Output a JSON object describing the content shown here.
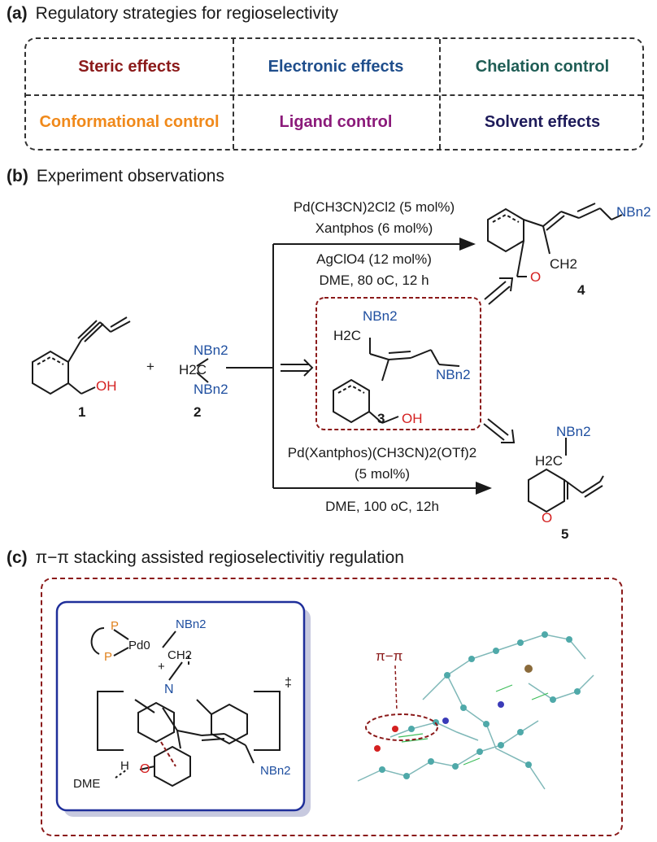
{
  "panel_a": {
    "letter": "(a)",
    "title": "Regulatory strategies for regioselectivity",
    "cells": [
      {
        "label": "Steric effects",
        "color": "#8b1a1a"
      },
      {
        "label": "Electronic effects",
        "color": "#1f4e8c"
      },
      {
        "label": "Chelation control",
        "color": "#1f5d55"
      },
      {
        "label": "Conformational control",
        "color": "#f0891a"
      },
      {
        "label": "Ligand control",
        "color": "#8b1a7a"
      },
      {
        "label": "Solvent effects",
        "color": "#1e1b5a"
      }
    ]
  },
  "panel_b": {
    "letter": "(b)",
    "title": "Experiment observations",
    "upper_conditions": {
      "line1": "Pd(CH3CN)2Cl2 (5 mol%)",
      "line2": "Xantphos (6 mol%)",
      "line3": "AgClO4 (12 mol%)",
      "line4": "DME, 80 oC, 12 h"
    },
    "lower_conditions": {
      "line1": "Pd(Xantphos)(CH3CN)2(OTf)2",
      "line2": "(5 mol%)",
      "line3": "DME, 100 oC, 12h"
    },
    "compounds": {
      "c1": "1",
      "c2": "2",
      "c3": "3",
      "c4": "4",
      "c5": "5"
    },
    "atoms": {
      "nbn2": "NBn2",
      "oh": "OH",
      "h2c": "H2C",
      "ch2": "CH2",
      "o": "O",
      "plus": "+"
    }
  },
  "panel_c": {
    "letter": "(c)",
    "title": "π−π stacking assisted regioselectivitiy regulation",
    "ts": {
      "pd": "Pd0",
      "p": "P",
      "nbn2": "NBn2",
      "ch2": "CH2",
      "n": "N",
      "dagger": "‡",
      "h": "H",
      "o": "O",
      "dme": "DME",
      "plus": "+"
    },
    "pi_label": "π−π",
    "colors": {
      "accent": "#8b1a1a",
      "ts_border": "#1f2f9a"
    }
  }
}
